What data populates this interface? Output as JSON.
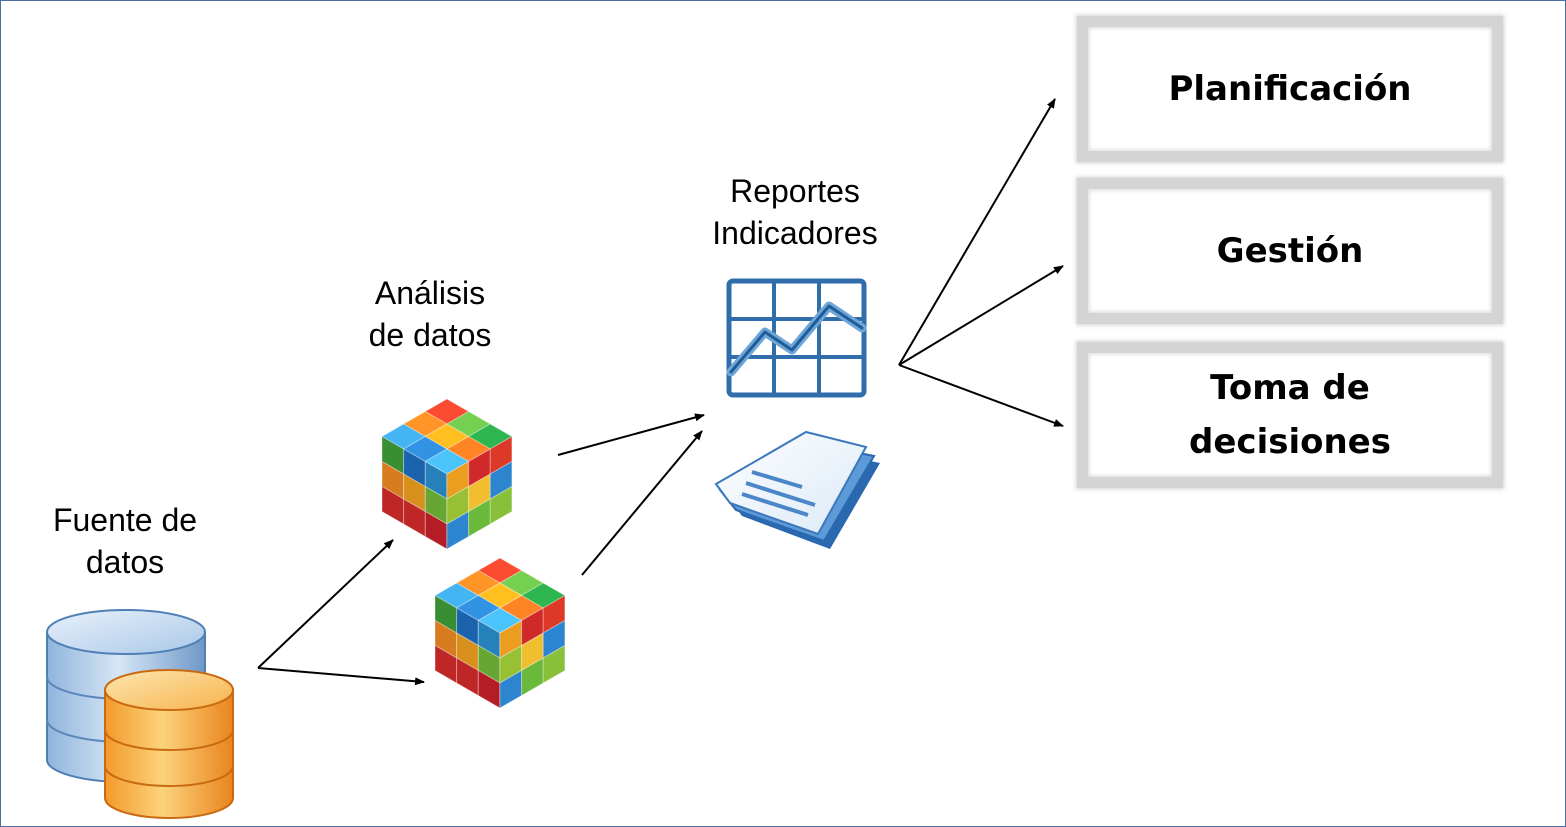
{
  "labels": {
    "source": [
      "Fuente de",
      "datos"
    ],
    "analysis": [
      "Análisis",
      "de datos"
    ],
    "reports": [
      "Reportes",
      "Indicadores"
    ]
  },
  "outcomes": {
    "planning": "Planificación",
    "management": "Gestión",
    "decisions": [
      "Toma de",
      "decisiones"
    ]
  },
  "icons": {
    "database": "database-icon",
    "cube": "olap-cube-icon",
    "chart": "line-chart-grid-icon",
    "document": "report-document-icon"
  },
  "colors": {
    "frame_border": "#4a6fa0",
    "box_border": "#d4d4d4",
    "db_blue": "#9fc3e8",
    "db_orange": "#f7a53c",
    "chart_blue": "#2f6eaa",
    "arrow": "#000000"
  }
}
